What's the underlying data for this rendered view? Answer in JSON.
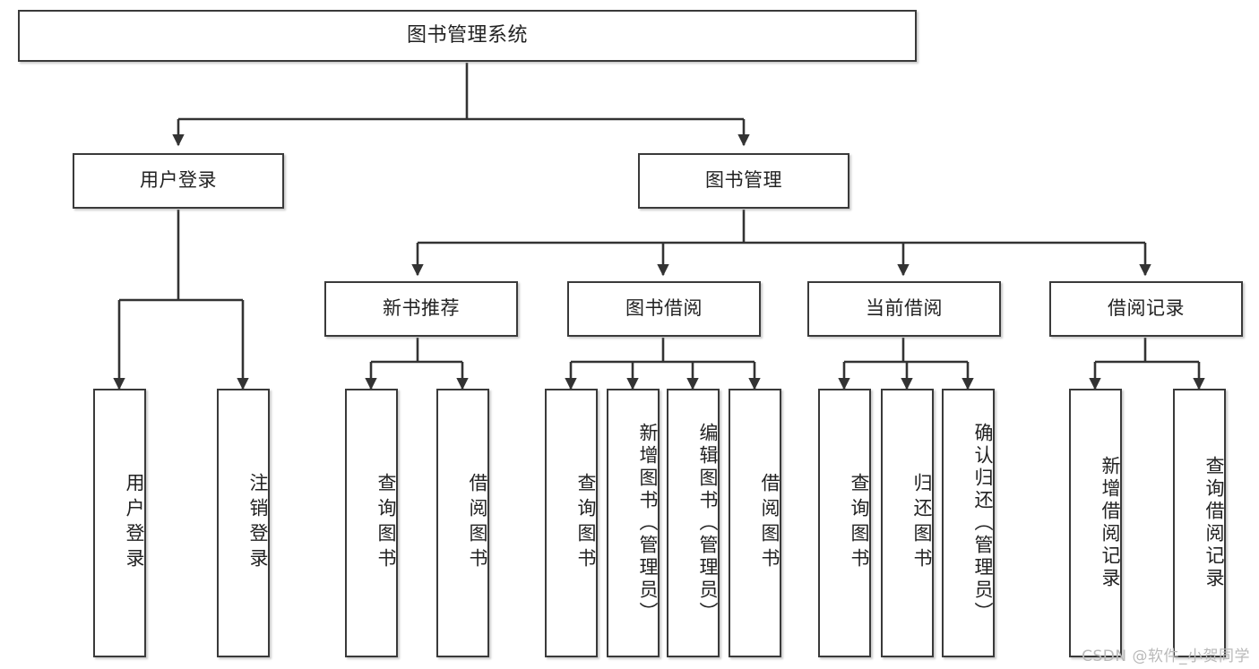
{
  "diagram": {
    "title": "图书管理系统",
    "type": "tree-structure-chart",
    "watermark": "CSDN @软件_小贺同学",
    "colors": {
      "box_border": "#3a3a3a",
      "box_fill": "#ffffff",
      "connector": "#333333",
      "text": "#222222",
      "watermark": "#b9b9b9",
      "background": "#ffffff"
    },
    "nodes": {
      "root": {
        "label": "图书管理系统"
      },
      "level2": [
        {
          "id": "user-login",
          "label": "用户登录"
        },
        {
          "id": "book-manage",
          "label": "图书管理"
        }
      ],
      "level3": [
        {
          "id": "new-book-rec",
          "label": "新书推荐"
        },
        {
          "id": "book-borrow",
          "label": "图书借阅"
        },
        {
          "id": "current-borrow",
          "label": "当前借阅"
        },
        {
          "id": "borrow-record",
          "label": "借阅记录"
        }
      ],
      "leaves": {
        "user-login": [
          {
            "id": "leaf-user-login",
            "label": "用户登录"
          },
          {
            "id": "leaf-user-logout",
            "label": "注销登录"
          }
        ],
        "new-book-rec": [
          {
            "id": "leaf-query-book-1",
            "label": "查询图书"
          },
          {
            "id": "leaf-borrow-book-1",
            "label": "借阅图书"
          }
        ],
        "book-borrow": [
          {
            "id": "leaf-query-book-2",
            "label": "查询图书"
          },
          {
            "id": "leaf-add-book",
            "label": "新增图书（管理员）"
          },
          {
            "id": "leaf-edit-book",
            "label": "编辑图书（管理员）"
          },
          {
            "id": "leaf-borrow-book-2",
            "label": "借阅图书"
          }
        ],
        "current-borrow": [
          {
            "id": "leaf-query-book-3",
            "label": "查询图书"
          },
          {
            "id": "leaf-return-book",
            "label": "归还图书"
          },
          {
            "id": "leaf-confirm-return",
            "label": "确认归还（管理员）"
          }
        ],
        "borrow-record": [
          {
            "id": "leaf-add-record",
            "label": "新增借阅记录"
          },
          {
            "id": "leaf-query-record",
            "label": "查询借阅记录"
          }
        ]
      }
    }
  }
}
